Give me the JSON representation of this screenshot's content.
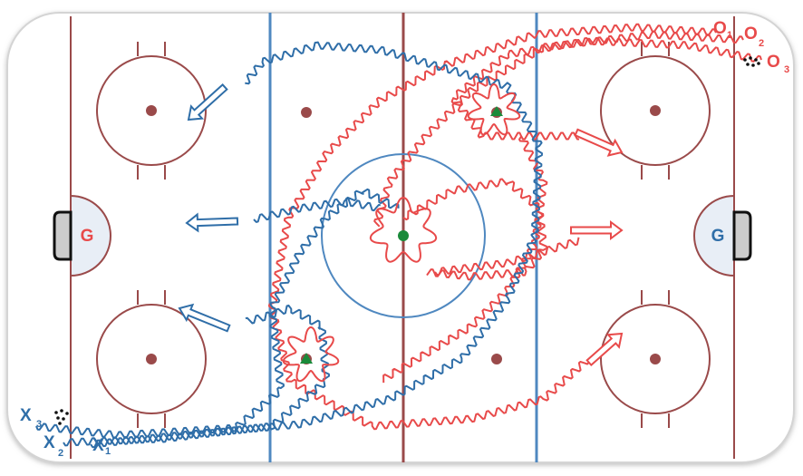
{
  "colors": {
    "red": "#e84a4a",
    "blue": "#2f6ea8",
    "line_red": "#9a4a4a",
    "line_blue": "#4f88c0",
    "dot": "#9a4a4a",
    "puck": "#1a8a3a",
    "crease_fill": "#e8eef6",
    "board": "#cccccc"
  },
  "goalies": {
    "left": "G",
    "right": "G"
  },
  "offense_players": {
    "symbol": "O",
    "subs": [
      "1",
      "2",
      "3"
    ]
  },
  "defense_players": {
    "symbol": "X",
    "subs": [
      "1",
      "2",
      "3"
    ]
  },
  "icons": {
    "puck": "green-puck-icon",
    "skate_arrow": "skating-arrow-icon",
    "pass": "pass-double-arrow-icon",
    "puck_pile": "puck-pile-icon"
  }
}
